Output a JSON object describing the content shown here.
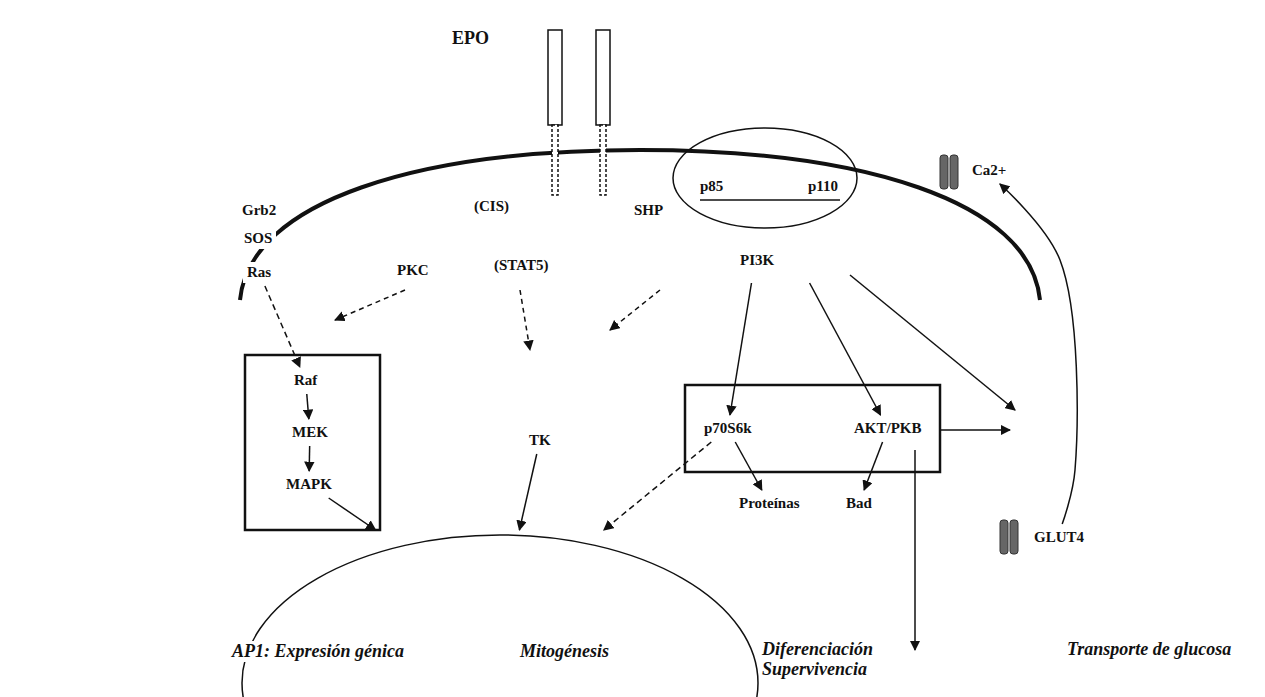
{
  "diagram": {
    "nodes": [
      {
        "text": [
          "Grb2"
        ]
      },
      {
        "text": [
          "SOS"
        ]
      },
      {
        "text": [
          "Ras"
        ]
      },
      {
        "text": [
          "(CIS)"
        ]
      },
      {
        "text": [
          "(STAT5)"
        ]
      },
      {
        "text": [
          "SHP"
        ]
      },
      {
        "text": [
          "p85",
          "p110",
          "PI3K"
        ]
      },
      {
        "text": [
          "Raf"
        ]
      },
      {
        "text": [
          "MEK"
        ]
      },
      {
        "text": [
          "MAPK"
        ]
      },
      {
        "text": [
          "TK"
        ]
      },
      {
        "text": [
          "p70S6k"
        ]
      },
      {
        "text": [
          "AKT/PKB"
        ]
      },
      {
        "text": [
          "Bad"
        ]
      },
      {
        "text": [
          "Proteínas"
        ]
      },
      {
        "text": [
          "AP1: Expresión génica",
          "Mitogénesis"
        ]
      },
      {
        "text": [
          "Ca2+"
        ]
      },
      {
        "text": [
          "GLUT4"
        ]
      }
    ],
    "edges": [
      {
        "from": 2,
        "to": 7,
        "arrow": "to"
      },
      {
        "from": 7,
        "to": 8,
        "arrow": "to"
      },
      {
        "from": 8,
        "to": 9,
        "arrow": "to"
      },
      {
        "from": 9,
        "to": 15,
        "arrow": "to"
      },
      {
        "from": 6,
        "to": 11,
        "arrow": "to"
      },
      {
        "from": 6,
        "to": 12,
        "arrow": "to"
      },
      {
        "from": 10,
        "to": 15,
        "arrow": "to"
      },
      {
        "from": 11,
        "to": 14,
        "arrow": "to"
      },
      {
        "from": 12,
        "to": 13,
        "arrow": "to"
      },
      {
        "from": 11,
        "to": 15,
        "arrow": "to"
      },
      {
        "from": 17,
        "to": 16,
        "arrow": "to"
      }
    ],
    "labels": [
      "EPO",
      "PKC",
      "Diferenciación Supervivencia",
      "Transporte de glucosa"
    ]
  }
}
